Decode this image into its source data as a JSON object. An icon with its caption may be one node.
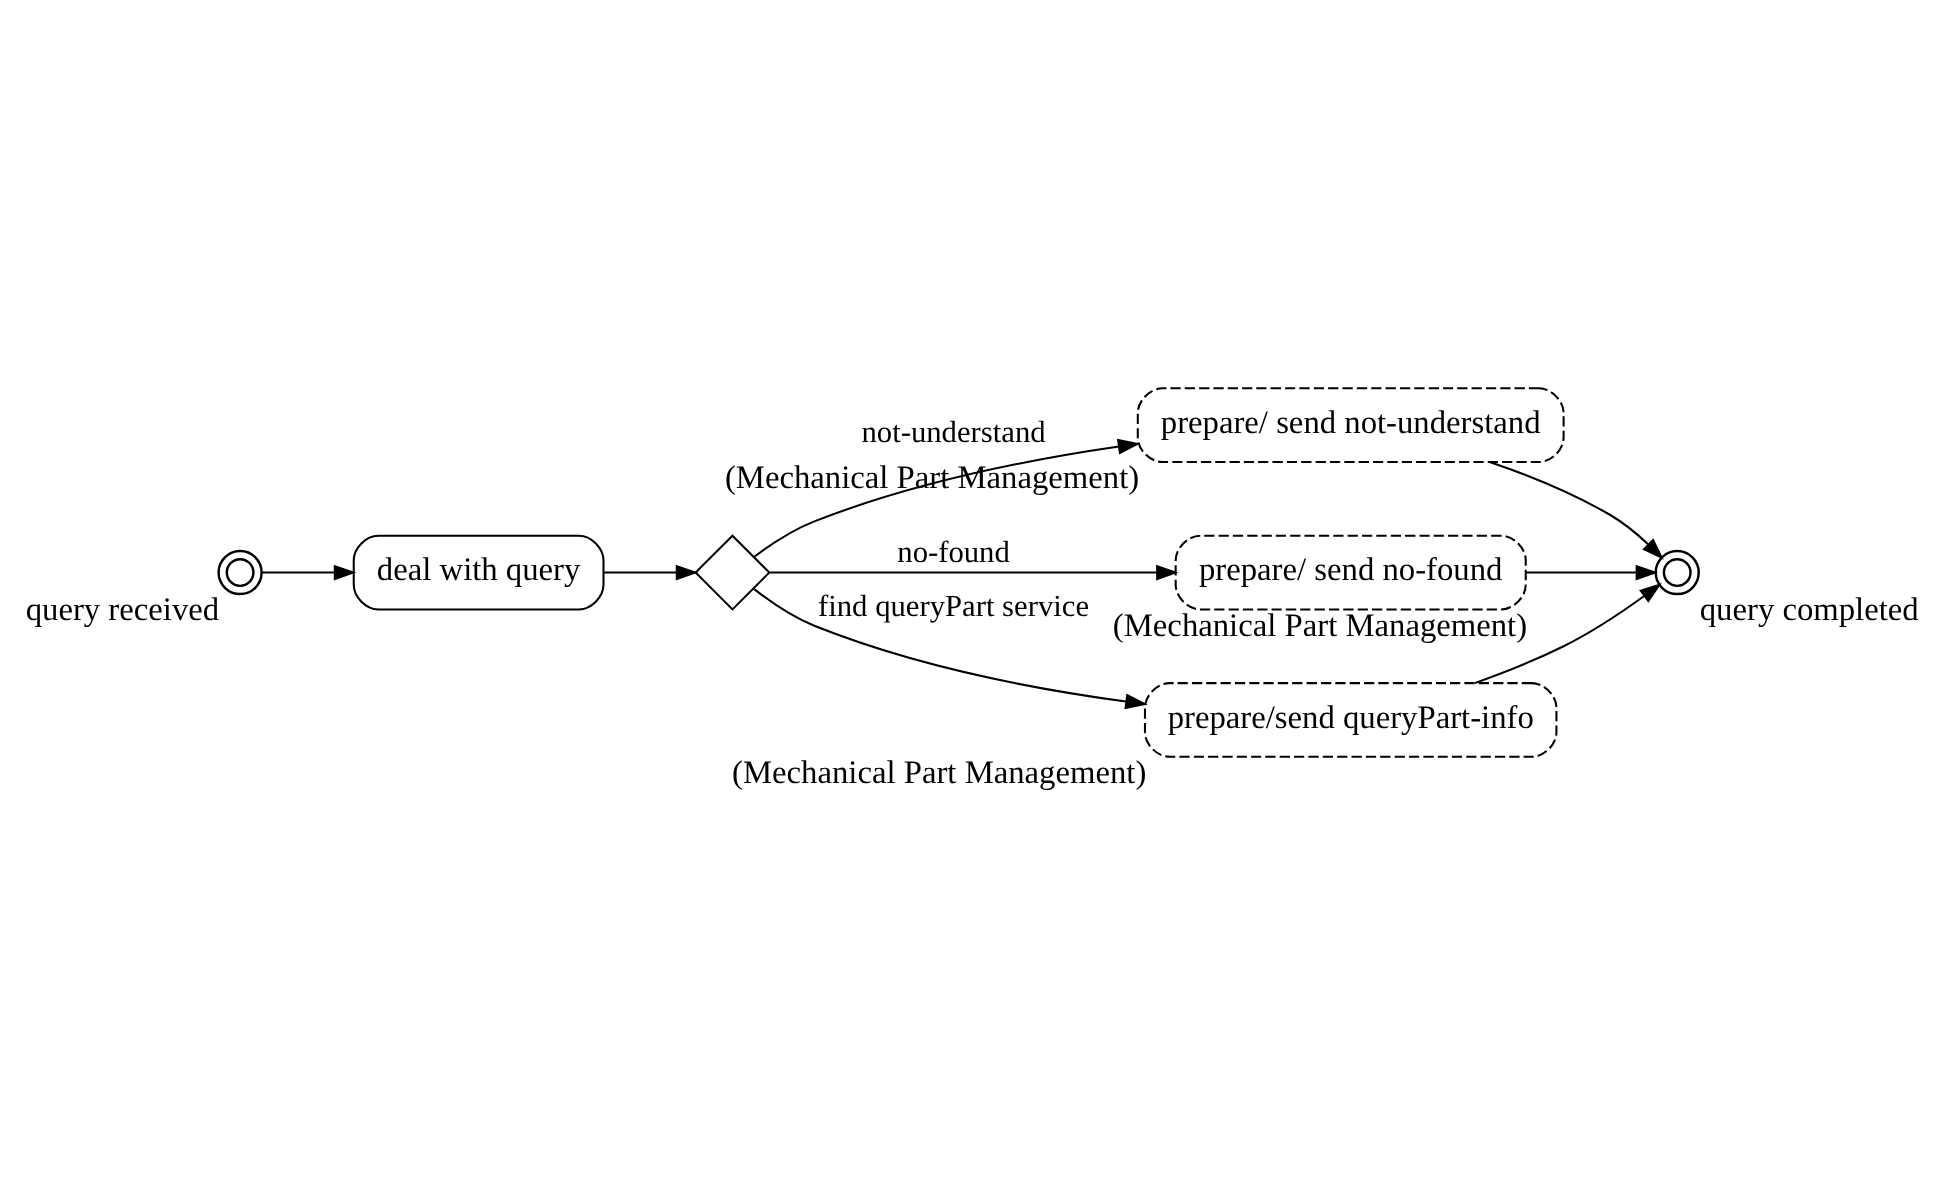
{
  "diagram": {
    "nodes": [
      {
        "text": [],
        "shape": "circle",
        "beside": [
          "query received"
        ]
      },
      {
        "text": [
          "deal with query"
        ]
      },
      {
        "text": [],
        "shape": "diamond"
      },
      {
        "text": [
          "prepare/ send not-understand"
        ],
        "beside": [
          "(Mechanical Part Management)"
        ]
      },
      {
        "text": [
          "prepare/ send no-found"
        ],
        "beside": [
          "(Mechanical Part Management)"
        ]
      },
      {
        "text": [
          "prepare/send queryPart-info"
        ],
        "beside": [
          "(Mechanical Part Management)"
        ]
      },
      {
        "text": [],
        "shape": "circle",
        "beside": [
          "query completed"
        ]
      }
    ],
    "edges": [
      {
        "from": 0,
        "to": 1,
        "arrow": "to"
      },
      {
        "from": 1,
        "to": 2,
        "arrow": "to"
      },
      {
        "from": 2,
        "to": 3,
        "arrow": "to",
        "label": "not-understand"
      },
      {
        "from": 2,
        "to": 4,
        "arrow": "to",
        "label": "no-found"
      },
      {
        "from": 2,
        "to": 5,
        "arrow": "to",
        "label": "find queryPart service"
      },
      {
        "from": 3,
        "to": 6,
        "arrow": "to"
      },
      {
        "from": 4,
        "to": 6,
        "arrow": "to"
      },
      {
        "from": 5,
        "to": 6,
        "arrow": "to"
      }
    ]
  }
}
